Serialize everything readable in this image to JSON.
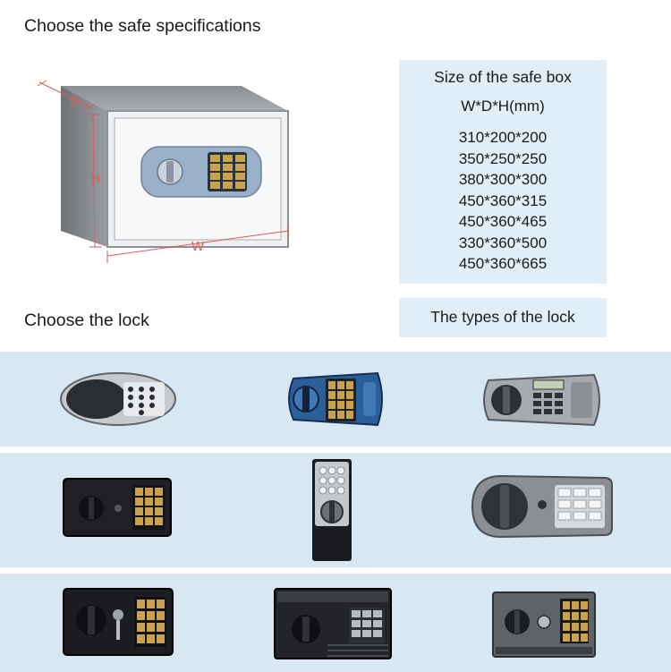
{
  "headings": {
    "specs": "Choose the safe specifications",
    "lock": "Choose the lock"
  },
  "diagram": {
    "depth_label": "D",
    "height_label": "H",
    "width_label": "W"
  },
  "size_box": {
    "title": "Size of the safe box",
    "subtitle": "W*D*H(mm)",
    "sizes": [
      "310*200*200",
      "350*250*250",
      "380*300*300",
      "450*360*315",
      "450*360*465",
      "330*360*500",
      "450*360*665"
    ]
  },
  "lock_types_label": "The types of the lock",
  "colors": {
    "band_background": "#d8e8f3",
    "info_box_background": "#e1eef8",
    "dimension_line": "#e05a5a",
    "keypad_gold": "#c9a24a"
  },
  "lock_icons": [
    "oval-silver-keypad-lock-icon",
    "blue-oval-knob-keypad-lock-icon",
    "silver-lcd-keypad-lock-icon",
    "black-panel-keypad-lock-icon",
    "vertical-silver-keypad-knob-lock-icon",
    "grey-knob-white-keypad-lock-icon",
    "black-key-knob-keypad-lock-icon",
    "black-box-knob-keypad-lock-icon",
    "grey-panel-knob-keypad-lock-icon"
  ]
}
